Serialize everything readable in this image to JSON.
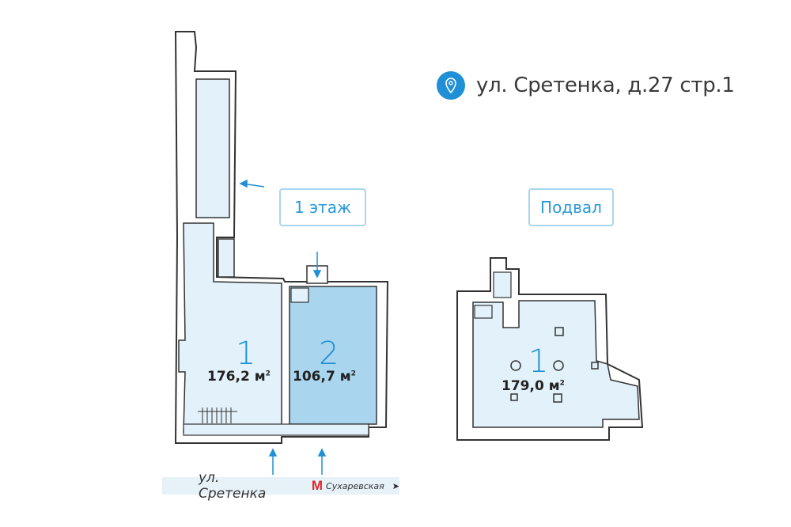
{
  "address": {
    "icon": "location-pin-icon",
    "text": "ул. Сретенка, д.27 стр.1"
  },
  "floors": {
    "first_label": "1 этаж",
    "basement_label": "Подвал"
  },
  "rooms": [
    {
      "number": "1",
      "area": "176,2 м",
      "unit_sup": "2"
    },
    {
      "number": "2",
      "area": "106,7 м",
      "unit_sup": "2"
    },
    {
      "number": "1",
      "area": "179,0 м",
      "unit_sup": "2"
    }
  ],
  "street": {
    "name": "ул. Сретенка",
    "metro_logo": "М",
    "metro_name": "Сухаревская",
    "arrow": "➤"
  },
  "colors": {
    "accent": "#1f8fd6",
    "room_fill": "#e2f1fa",
    "room_selected": "#a9d6ee",
    "wall": "#333333",
    "metro": "#e0262b"
  }
}
